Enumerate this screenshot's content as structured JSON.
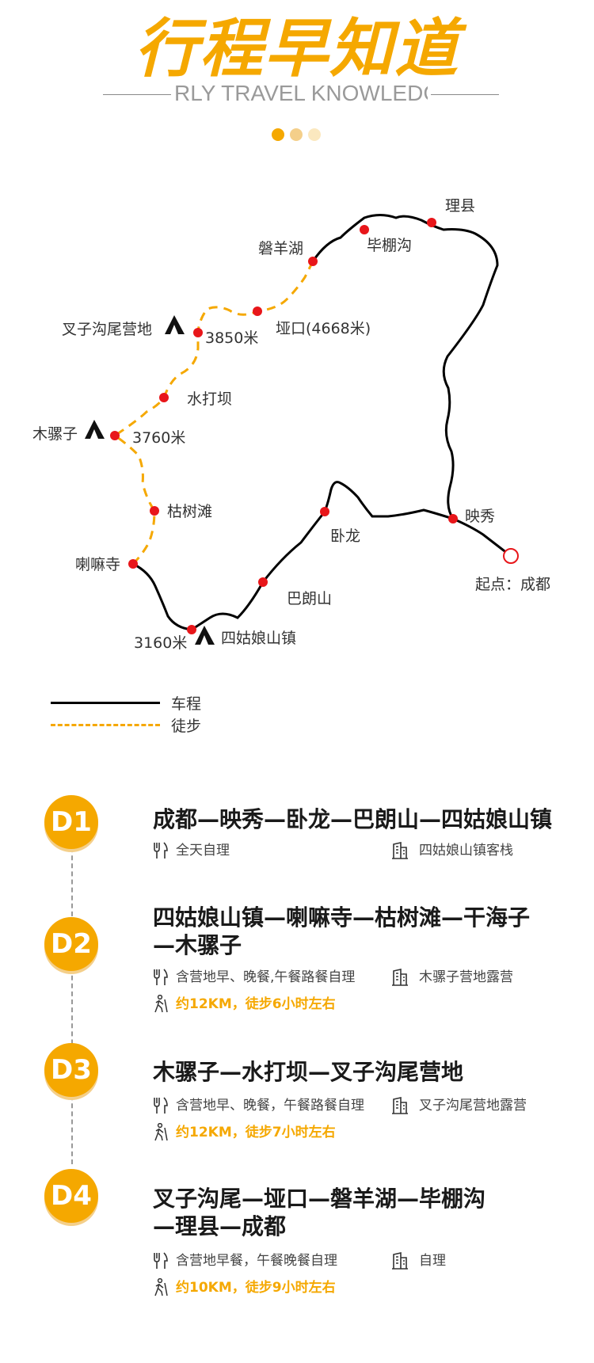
{
  "header": {
    "title": "行程早知道",
    "subtitle": "RLY TRAVEL KNOWLEDG"
  },
  "colors": {
    "accent": "#f5a800",
    "accent_light": "#f4cf8a",
    "accent_pale": "#fbe8bf",
    "marker": "#e8161a",
    "route": "#000000"
  },
  "map": {
    "places": [
      {
        "label": "理县"
      },
      {
        "label": "毕棚沟"
      },
      {
        "label": "磐羊湖"
      },
      {
        "label": "垭口(4668米)"
      },
      {
        "label": "叉子沟尾营地"
      },
      {
        "label": "3850米"
      },
      {
        "label": "水打坝"
      },
      {
        "label": "木骡子"
      },
      {
        "label": "3760米"
      },
      {
        "label": "枯树滩"
      },
      {
        "label": "喇嘛寺"
      },
      {
        "label": "3160米"
      },
      {
        "label": "四姑娘山镇"
      },
      {
        "label": "巴朗山"
      },
      {
        "label": "卧龙"
      },
      {
        "label": "映秀"
      },
      {
        "label": "起点：成都"
      }
    ],
    "icons": [
      "tent-icon",
      "tent-icon",
      "tent-icon"
    ]
  },
  "legend": {
    "drive": "车程",
    "hike": "徒步"
  },
  "days": [
    {
      "badge": "D1",
      "route": "成都—映秀—卧龙—巴朗山—四姑娘山镇",
      "meals": "全天自理",
      "lodging": "四姑娘山镇客栈",
      "hike": ""
    },
    {
      "badge": "D2",
      "route": "四姑娘山镇—喇嘛寺—枯树滩—干海子—木骡子",
      "meals": "含营地早、晚餐,午餐路餐自理",
      "lodging": "木骡子营地露营",
      "hike": "约12KM，徒步6小时左右"
    },
    {
      "badge": "D3",
      "route": "木骡子—水打坝—叉子沟尾营地",
      "meals": "含营地早、晚餐，午餐路餐自理",
      "lodging": "叉子沟尾营地露营",
      "hike": "约12KM，徒步7小时左右"
    },
    {
      "badge": "D4",
      "route": "叉子沟尾—垭口—磐羊湖—毕棚沟—理县—成都",
      "meals": "含营地早餐，午餐晚餐自理",
      "lodging": "自理",
      "hike": "约10KM，徒步9小时左右"
    }
  ]
}
